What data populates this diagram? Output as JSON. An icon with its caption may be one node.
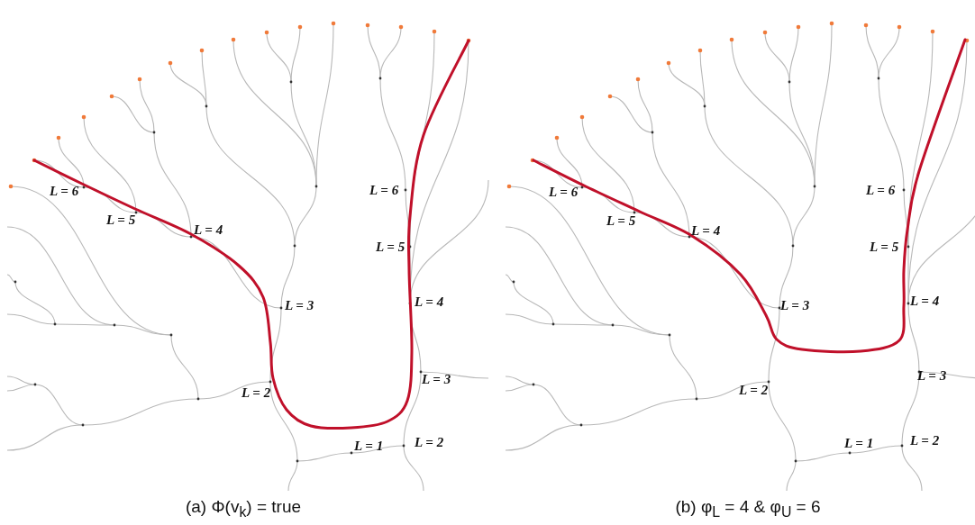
{
  "diagram": {
    "labels": [
      "L = 6",
      "L = 5",
      "L = 4",
      "L = 3",
      "L = 2",
      "L = 1",
      "L = 6",
      "L = 5",
      "L = 4",
      "L = 3",
      "L = 2",
      "L = 6",
      "L = 5",
      "L = 4",
      "L = 3",
      "L = 2",
      "L = 1",
      "L = 6",
      "L = 5",
      "L = 4",
      "L = 3",
      "L = 2",
      "(a) Φ(v$_{k}$) = true",
      "(b) φ$_{L}$ = 4 & φ$_{U}$ = 6"
    ]
  }
}
